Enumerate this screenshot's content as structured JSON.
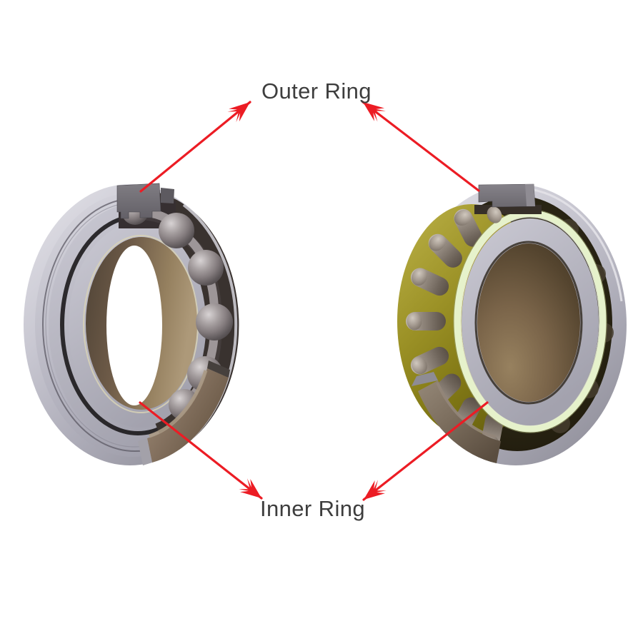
{
  "callouts": {
    "outer": {
      "label": "Outer Ring",
      "targets": [
        "left-bearing-outer-ring",
        "right-bearing-outer-ring"
      ]
    },
    "inner": {
      "label": "Inner Ring",
      "targets": [
        "left-bearing-inner-ring",
        "right-bearing-inner-ring"
      ]
    }
  },
  "colors": {
    "background": "#ffffff",
    "arrow": "#ec1c24",
    "label_text": "#3d3d3d",
    "steel_light": "#cfced6",
    "steel_mid": "#a9a8b4",
    "section_gray": "#6b686e",
    "ball_gray": "#8e8789",
    "cage_olive": "#968c22",
    "rib_ring_green": "#e6f2cb",
    "bore_brown": "#6d5a45",
    "section_brown": "#7c6958"
  }
}
